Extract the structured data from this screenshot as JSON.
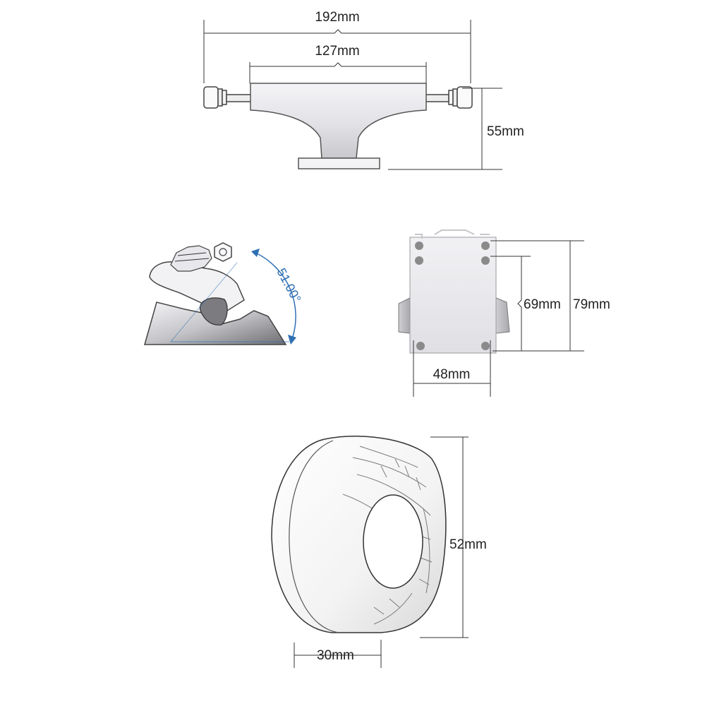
{
  "dimensions": {
    "truck_width": "192mm",
    "axle_length": "127mm",
    "truck_height": "55mm",
    "kingpin_angle": "51.00°",
    "mount_hole_spacing_inner": "69mm",
    "mount_hole_spacing_outer": "79mm",
    "mount_hole_width": "48mm",
    "wheel_diameter": "52mm",
    "wheel_width": "30mm"
  },
  "colors": {
    "line": "#333333",
    "angle_accent": "#2f6fb3",
    "metal_light": "#f1f1f4",
    "metal_dark": "#7a7a7e",
    "hole": "#8a8a8a"
  }
}
